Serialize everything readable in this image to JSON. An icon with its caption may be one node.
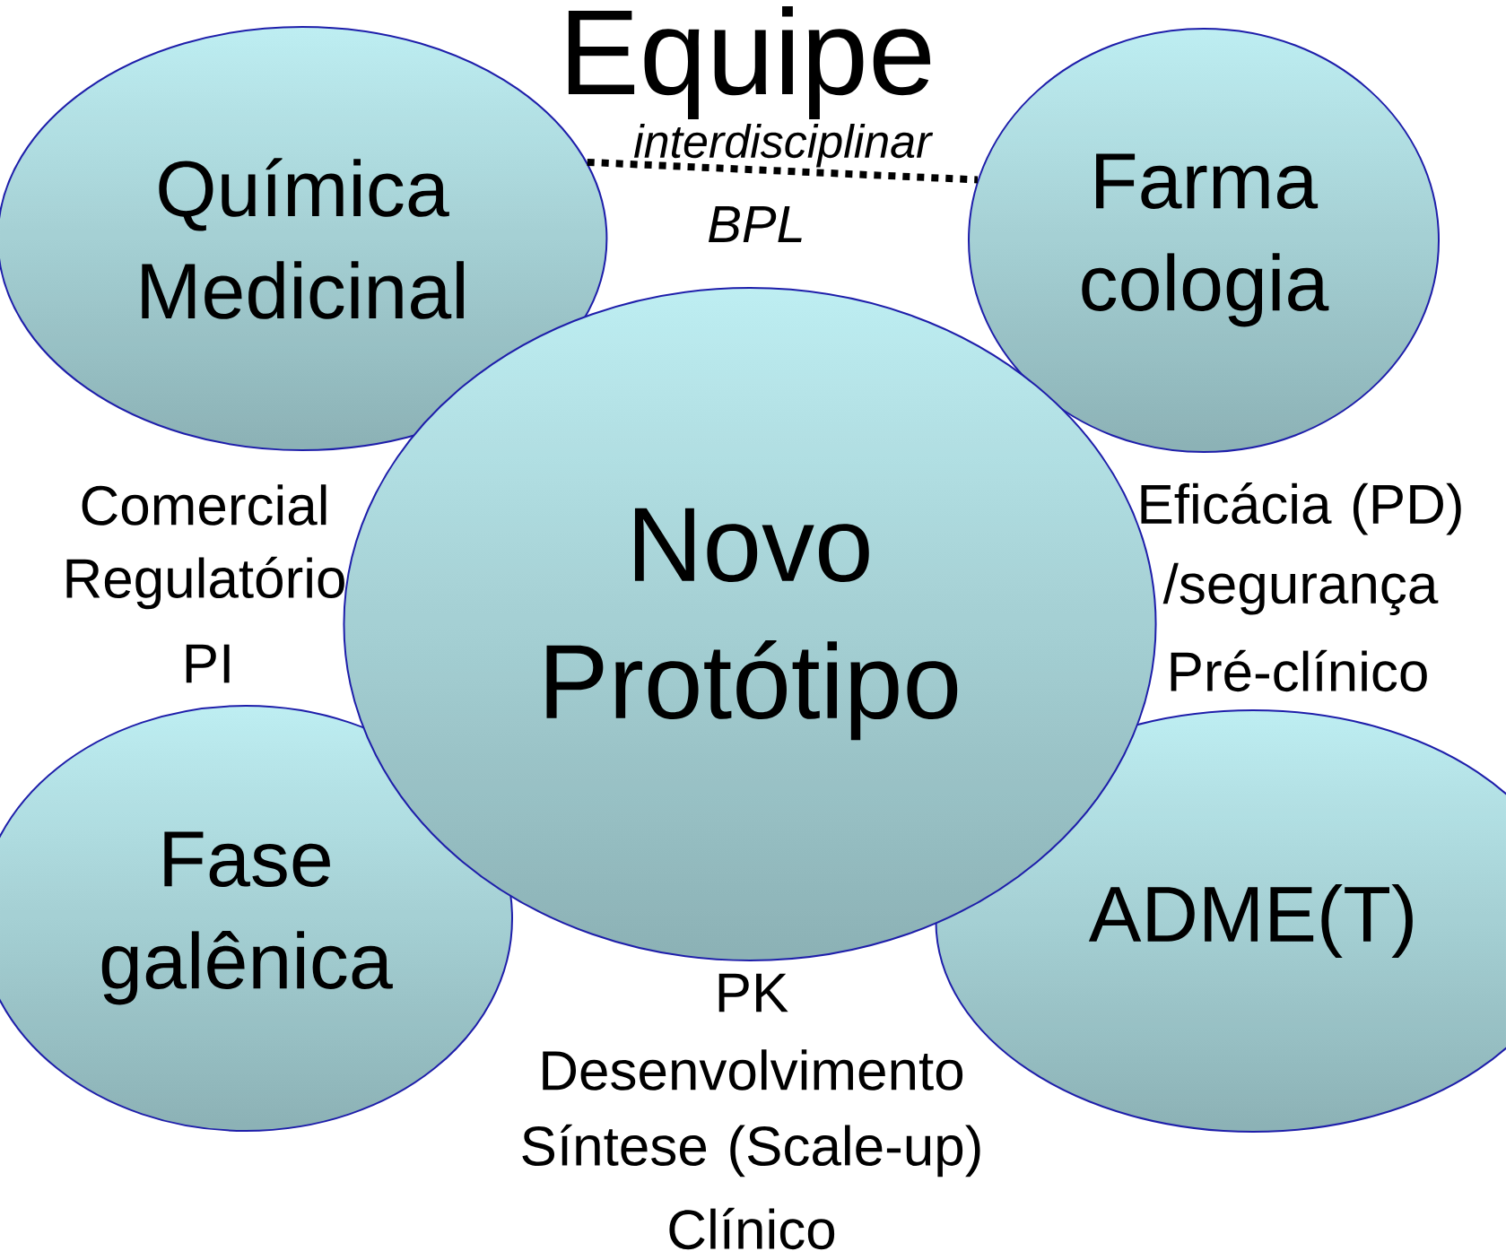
{
  "diagram": {
    "title": "Equipe",
    "nodes": [
      {
        "text": [
          "Química Medicinal"
        ]
      },
      {
        "text": [
          "Farma cologia"
        ]
      },
      {
        "text": [
          "Novo Protótipo"
        ]
      },
      {
        "text": [
          "Fase galênica"
        ]
      },
      {
        "text": [
          "ADME(T)"
        ]
      }
    ],
    "edges": [
      {
        "from": 0,
        "to": 1,
        "arrow": "none",
        "style": "dashed",
        "label": "interdisciplinar"
      }
    ],
    "labels": [
      "BPL",
      "Comercial",
      "Regulatório",
      "PI",
      "Eficácia (PD) /segurança",
      "Pré-clínico",
      "PK",
      "Desenvolvimento",
      "Síntese (Scale-up)",
      "Clínico"
    ]
  }
}
